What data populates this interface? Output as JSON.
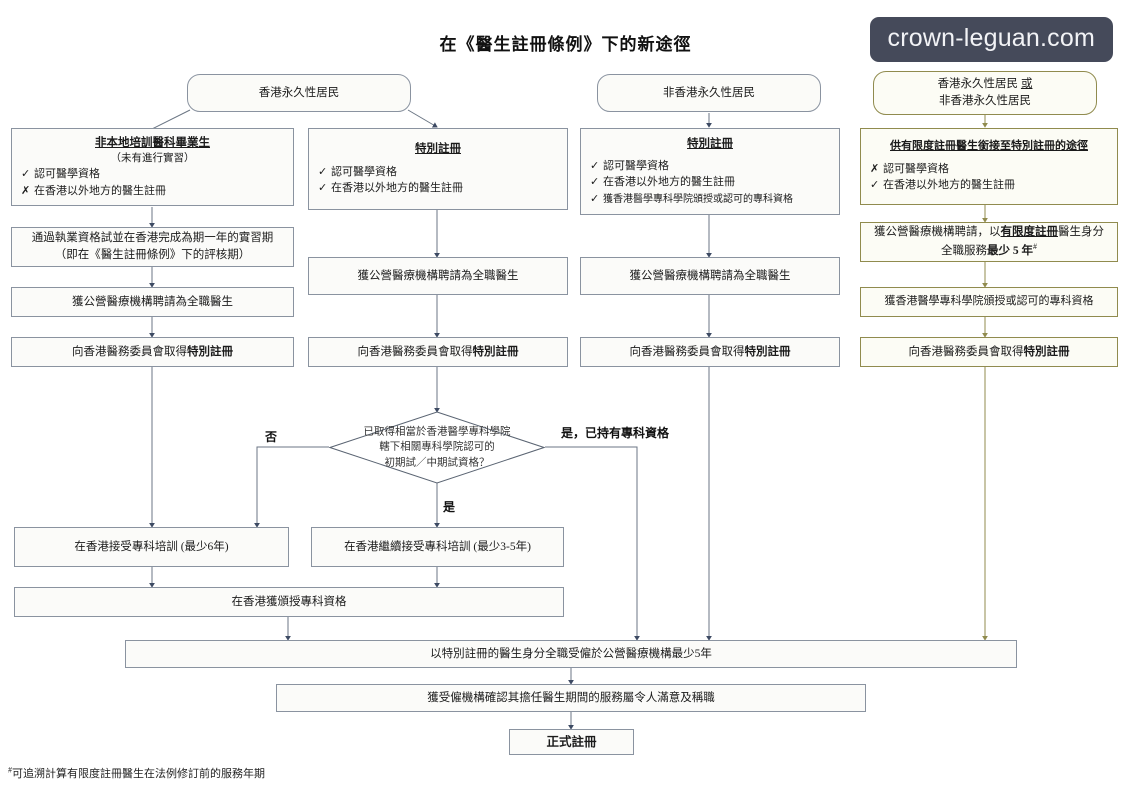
{
  "title": "在《醫生註冊條例》下的新途徑",
  "watermark": "crown-leguan.com",
  "footnote": "可追溯計算有限度註冊醫生在法例修訂前的服務年期",
  "footnote_marker": "#",
  "colors": {
    "default_border": "#8a93a0",
    "olive_border": "#908b4e",
    "box_fill": "#fbfbf9",
    "watermark_bg": "#454a5a",
    "text": "#1b1b1b"
  },
  "headers": [
    {
      "label": "香港永久性居民"
    },
    {
      "label": "非香港永久性居民"
    },
    {
      "line1": "香港永久性居民 ",
      "line1_em": "或",
      "line2": "非香港永久性居民"
    }
  ],
  "columns": [
    {
      "id": "col1",
      "head": {
        "title": "非本地培訓醫科畢業生",
        "subtitle": "（未有進行實習）",
        "criteria": [
          {
            "mark": "✓",
            "text": "認可醫學資格"
          },
          {
            "mark": "✗",
            "text": "在香港以外地方的醫生註冊"
          }
        ]
      },
      "steps": [
        {
          "line1": "通過執業資格試並在香港完成為期一年的實習期",
          "line2": "（即在《醫生註冊條例》下的評核期）"
        },
        {
          "line1": "獲公營醫療機構聘請為全職醫生"
        },
        {
          "line1": "向香港醫務委員會取得",
          "bold": "特別註冊"
        }
      ]
    },
    {
      "id": "col2",
      "head": {
        "title": "特別註冊",
        "criteria": [
          {
            "mark": "✓",
            "text": "認可醫學資格"
          },
          {
            "mark": "✓",
            "text": "在香港以外地方的醫生註冊"
          }
        ]
      },
      "steps": [
        {
          "line1": "獲公營醫療機構聘請為全職醫生"
        },
        {
          "line1": "向香港醫務委員會取得",
          "bold": "特別註冊"
        }
      ]
    },
    {
      "id": "col3",
      "head": {
        "title": "特別註冊",
        "criteria": [
          {
            "mark": "✓",
            "text": "認可醫學資格"
          },
          {
            "mark": "✓",
            "text": "在香港以外地方的醫生註冊"
          },
          {
            "mark": "✓",
            "text": "獲香港醫學專科學院頒授或認可的專科資格"
          }
        ]
      },
      "steps": [
        {
          "line1": "獲公營醫療機構聘請為全職醫生"
        },
        {
          "line1": "向香港醫務委員會取得",
          "bold": "特別註冊"
        }
      ]
    },
    {
      "id": "col4",
      "olive": true,
      "head": {
        "title": "供有限度註冊醫生銜接至特別註冊的途徑",
        "criteria": [
          {
            "mark": "✗",
            "text": "認可醫學資格"
          },
          {
            "mark": "✓",
            "text": "在香港以外地方的醫生註冊"
          }
        ]
      },
      "steps": [
        {
          "rich_line1_a": "獲公營醫療機構聘請，以",
          "rich_line1_b": "有限度註冊",
          "rich_line1_c": "醫生身分",
          "rich_line2_a": "全職服務",
          "rich_line2_b": "最少 5 年",
          "rich_line2_sup": "#"
        },
        {
          "line1": "獲香港醫學專科學院頒授或認可的專科資格"
        },
        {
          "line1": "向香港醫務委員會取得",
          "bold": "特別註冊"
        }
      ]
    }
  ],
  "decision": {
    "line1": "已取得相當於香港醫學專科學院",
    "line2": "轄下相關專科學院認可的",
    "line3": "初期試／中期試資格？",
    "branch_no": "否",
    "branch_yes": "是",
    "branch_yes_specialist": "是，已持有專科資格"
  },
  "training": {
    "left": "在香港接受專科培訓 (最少6年)",
    "right": "在香港繼續接受專科培訓 (最少3-5年)",
    "awarded": "在香港獲頒授專科資格"
  },
  "final": {
    "service": "以特別註冊的醫生身分全職受僱於公營醫療機構最少5年",
    "confirm": "獲受僱機構確認其擔任醫生期間的服務屬令人滿意及稱職",
    "full": "正式註冊"
  }
}
